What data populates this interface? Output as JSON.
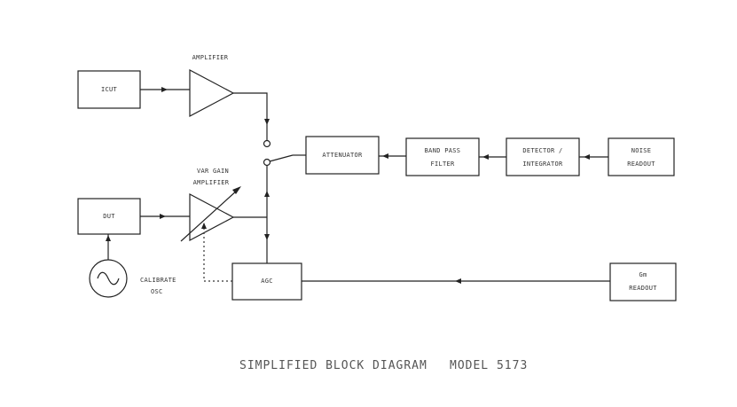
{
  "blocks": {
    "icut": "ICUT",
    "dut": "DUT",
    "attenuator": "ATTENUATOR",
    "band_pass": [
      "BAND PASS",
      "FILTER"
    ],
    "detector": [
      "DETECTOR /",
      "INTEGRATOR"
    ],
    "noise_readout": [
      "NOISE",
      "READOUT"
    ],
    "agc": "AGC",
    "gm_readout": [
      "Gm",
      "READOUT"
    ]
  },
  "labels": {
    "amplifier": "AMPLIFIER",
    "var_gain_amplifier": [
      "VAR GAIN",
      "AMPLIFIER"
    ],
    "calibrate_osc": [
      "CALIBRATE",
      "OSC"
    ]
  },
  "caption": {
    "title": "SIMPLIFIED BLOCK DIAGRAM",
    "model": "MODEL 5173"
  }
}
